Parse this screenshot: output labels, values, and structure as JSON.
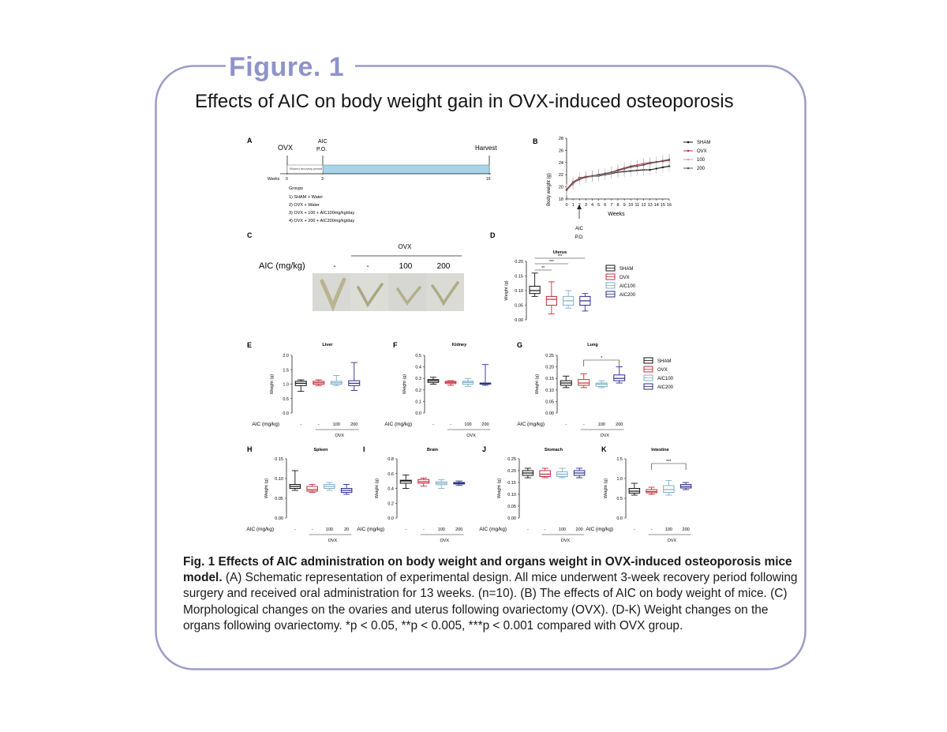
{
  "figure_title": "Figure. 1",
  "headline": "Effects of AIC on body weight gain in OVX-induced osteoporosis",
  "caption": {
    "bold": "Fig. 1 Effects  of AIC administration on body weight and organs weight in OVX-induced osteoporosis mice model.",
    "text": " (A) Schematic representation of experimental design. All mice underwent 3-week recovery period following surgery and received oral administration for 13 weeks. (n=10). (B) The effects of AIC on body weight of mice. (C) Morphological changes on the ovaries and uterus following ovariectomy (OVX). (D-K) Weight changes on the organs following ovariectomy. *p < 0.05,  **p < 0.005, ***p < 0.001 compared with OVX group."
  },
  "colors": {
    "frame": "#9a9cc8",
    "title": "#8f93c9",
    "sham": "#111111",
    "ovx": "#c0303a",
    "aic100": "#7fb0c8",
    "aic200": "#2a2f8a",
    "timeline": "#a8d4e8"
  },
  "panel_a": {
    "letter": "A",
    "labels": {
      "ovx": "OVX",
      "aic": "AIC",
      "po": "P.O.",
      "harvest": "Harvest",
      "weeks": "Weeks",
      "recovery": "Wound recovery period",
      "w0": "0",
      "w3": "3",
      "w16": "16"
    },
    "groups_title": "Groups",
    "groups": [
      "1) SHAM + Water",
      "2) OVX + Water",
      "3) OVX + 100 + AIC100mg/kg/day",
      "4) OVX + 200 + AIC200mg/kg/day"
    ]
  },
  "panel_b": {
    "letter": "B",
    "ylabel": "Body weight (g)",
    "xlabel": "Weeks",
    "arrow_label_1": "AIC",
    "arrow_label_2": "P.O."
  },
  "panel_c": {
    "letter": "C",
    "ovx_label": "OVX",
    "dose_label": "AIC (mg/kg)",
    "doses": [
      "-",
      "-",
      "100",
      "200"
    ]
  },
  "legend": [
    "SHAM",
    "OVX",
    "AIC100",
    "AIC200"
  ],
  "legend_b": [
    "SHAM",
    "OVX",
    "100",
    "200"
  ],
  "dose_axis": {
    "label": "AIC (mg/kg)",
    "doses": [
      "-",
      "-",
      "100",
      "200"
    ],
    "ovx": "OVX"
  },
  "chart_data": [
    {
      "type": "line",
      "panel": "B",
      "xlabel": "Weeks",
      "ylabel": "Body weight (g)",
      "xlim": [
        0,
        16
      ],
      "ylim": [
        18,
        28
      ],
      "x_ticks": [
        "0",
        "1",
        "2",
        "3",
        "4",
        "5",
        "6",
        "7",
        "8",
        "9",
        "10",
        "11",
        "12",
        "13",
        "14",
        "15",
        "16"
      ],
      "y_ticks": [
        "18",
        "20",
        "22",
        "24",
        "26",
        "28"
      ],
      "series": [
        {
          "name": "SHAM",
          "x": [
            0,
            1,
            2,
            3,
            4,
            5,
            6,
            7,
            8,
            9,
            10,
            11,
            12,
            13,
            14,
            15,
            16
          ],
          "values": [
            19.5,
            20.5,
            21.5,
            21.6,
            21.7,
            21.8,
            22.0,
            22.2,
            22.4,
            22.5,
            22.6,
            22.7,
            22.8,
            22.8,
            23.0,
            23.2,
            23.4
          ]
        },
        {
          "name": "OVX",
          "x": [
            0,
            1,
            2,
            3,
            4,
            5,
            6,
            7,
            8,
            9,
            10,
            11,
            12,
            13,
            14,
            15,
            16
          ],
          "values": [
            19.6,
            20.8,
            21.4,
            21.7,
            21.8,
            22.0,
            22.2,
            22.4,
            22.8,
            23.1,
            23.4,
            23.6,
            23.8,
            24.0,
            24.1,
            24.3,
            24.5
          ]
        },
        {
          "name": "100",
          "x": [
            0,
            1,
            2,
            3,
            4,
            5,
            6,
            7,
            8,
            9,
            10,
            11,
            12,
            13,
            14,
            15,
            16
          ],
          "values": [
            19.4,
            20.6,
            21.3,
            21.5,
            21.7,
            21.9,
            22.1,
            22.3,
            22.6,
            22.9,
            23.2,
            23.4,
            23.6,
            23.8,
            24.0,
            24.2,
            24.3
          ]
        },
        {
          "name": "200",
          "x": [
            0,
            1,
            2,
            3,
            4,
            5,
            6,
            7,
            8,
            9,
            10,
            11,
            12,
            13,
            14,
            15,
            16
          ],
          "values": [
            19.5,
            20.7,
            21.2,
            21.6,
            21.8,
            22.0,
            22.2,
            22.4,
            22.7,
            23.0,
            23.3,
            23.4,
            23.6,
            23.9,
            24.1,
            24.2,
            24.4
          ]
        }
      ]
    },
    {
      "type": "box",
      "panel": "D",
      "title": "Uterus",
      "ylabel": "Weight (g)",
      "ylim": [
        0,
        0.2
      ],
      "y_ticks": [
        "0.00",
        "0.05",
        "0.10",
        "0.15",
        "0.20"
      ],
      "categories": [
        "SHAM",
        "OVX",
        "AIC100",
        "AIC200"
      ],
      "boxes": [
        {
          "min": 0.08,
          "q1": 0.09,
          "median": 0.1,
          "q3": 0.115,
          "max": 0.16
        },
        {
          "min": 0.02,
          "q1": 0.05,
          "median": 0.07,
          "q3": 0.08,
          "max": 0.13
        },
        {
          "min": 0.04,
          "q1": 0.05,
          "median": 0.065,
          "q3": 0.08,
          "max": 0.1
        },
        {
          "min": 0.03,
          "q1": 0.05,
          "median": 0.065,
          "q3": 0.08,
          "max": 0.09
        }
      ],
      "significance": [
        "**",
        "***",
        "***"
      ]
    },
    {
      "type": "box",
      "panel": "E",
      "title": "Liver",
      "ylabel": "Weight (g)",
      "ylim": [
        0,
        2.0
      ],
      "y_ticks": [
        "0.0",
        "0.5",
        "1.0",
        "1.5",
        "2.0"
      ],
      "categories": [
        "SHAM",
        "OVX",
        "AIC100",
        "AIC200"
      ],
      "boxes": [
        {
          "min": 0.75,
          "q1": 0.95,
          "median": 1.03,
          "q3": 1.1,
          "max": 1.15
        },
        {
          "min": 0.95,
          "q1": 1.0,
          "median": 1.05,
          "q3": 1.1,
          "max": 1.15
        },
        {
          "min": 0.95,
          "q1": 1.0,
          "median": 1.05,
          "q3": 1.1,
          "max": 1.3
        },
        {
          "min": 0.78,
          "q1": 0.95,
          "median": 1.03,
          "q3": 1.12,
          "max": 1.75
        }
      ],
      "significance": []
    },
    {
      "type": "box",
      "panel": "F",
      "title": "Kidney",
      "ylabel": "Weight (g)",
      "ylim": [
        0,
        0.5
      ],
      "y_ticks": [
        "0.0",
        "0.1",
        "0.2",
        "0.3",
        "0.4",
        "0.5"
      ],
      "categories": [
        "SHAM",
        "OVX",
        "AIC100",
        "AIC200"
      ],
      "boxes": [
        {
          "min": 0.25,
          "q1": 0.265,
          "median": 0.28,
          "q3": 0.29,
          "max": 0.31
        },
        {
          "min": 0.24,
          "q1": 0.255,
          "median": 0.265,
          "q3": 0.275,
          "max": 0.28
        },
        {
          "min": 0.23,
          "q1": 0.25,
          "median": 0.265,
          "q3": 0.275,
          "max": 0.3
        },
        {
          "min": 0.24,
          "q1": 0.25,
          "median": 0.255,
          "q3": 0.26,
          "max": 0.42
        }
      ],
      "significance": []
    },
    {
      "type": "box",
      "panel": "G",
      "title": "Lung",
      "ylabel": "Weight (g)",
      "ylim": [
        0,
        0.25
      ],
      "y_ticks": [
        "0.00",
        "0.05",
        "0.10",
        "0.15",
        "0.20",
        "0.25"
      ],
      "categories": [
        "SHAM",
        "OVX",
        "AIC100",
        "AIC200"
      ],
      "boxes": [
        {
          "min": 0.11,
          "q1": 0.12,
          "median": 0.13,
          "q3": 0.14,
          "max": 0.16
        },
        {
          "min": 0.11,
          "q1": 0.12,
          "median": 0.13,
          "q3": 0.145,
          "max": 0.17
        },
        {
          "min": 0.11,
          "q1": 0.115,
          "median": 0.125,
          "q3": 0.13,
          "max": 0.14
        },
        {
          "min": 0.13,
          "q1": 0.14,
          "median": 0.15,
          "q3": 0.165,
          "max": 0.2
        }
      ],
      "significance": [
        "*"
      ]
    },
    {
      "type": "box",
      "panel": "H",
      "title": "Spleen",
      "ylabel": "Weight (g)",
      "ylim": [
        0,
        0.15
      ],
      "y_ticks": [
        "0.00",
        "0.05",
        "0.10",
        "0.15"
      ],
      "categories": [
        "SHAM",
        "OVX",
        "AIC100",
        "AIC200"
      ],
      "dose_labels": [
        "-",
        "-",
        "100",
        "20"
      ],
      "boxes": [
        {
          "min": 0.07,
          "q1": 0.075,
          "median": 0.08,
          "q3": 0.085,
          "max": 0.12
        },
        {
          "min": 0.065,
          "q1": 0.068,
          "median": 0.072,
          "q3": 0.08,
          "max": 0.085
        },
        {
          "min": 0.07,
          "q1": 0.075,
          "median": 0.08,
          "q3": 0.085,
          "max": 0.09
        },
        {
          "min": 0.06,
          "q1": 0.065,
          "median": 0.07,
          "q3": 0.075,
          "max": 0.085
        }
      ],
      "significance": []
    },
    {
      "type": "box",
      "panel": "I",
      "title": "Brain",
      "ylabel": "Weight (g)",
      "ylim": [
        0,
        0.8
      ],
      "y_ticks": [
        "0.0",
        "0.2",
        "0.4",
        "0.6",
        "0.8"
      ],
      "categories": [
        "SHAM",
        "OVX",
        "AIC100",
        "AIC200"
      ],
      "boxes": [
        {
          "min": 0.4,
          "q1": 0.47,
          "median": 0.5,
          "q3": 0.51,
          "max": 0.58
        },
        {
          "min": 0.43,
          "q1": 0.47,
          "median": 0.49,
          "q3": 0.52,
          "max": 0.54
        },
        {
          "min": 0.4,
          "q1": 0.45,
          "median": 0.47,
          "q3": 0.49,
          "max": 0.52
        },
        {
          "min": 0.44,
          "q1": 0.46,
          "median": 0.47,
          "q3": 0.48,
          "max": 0.5
        }
      ],
      "significance": []
    },
    {
      "type": "box",
      "panel": "J",
      "title": "Stomach",
      "ylabel": "Weight (g)",
      "ylim": [
        0,
        0.25
      ],
      "y_ticks": [
        "0.00",
        "0.05",
        "0.10",
        "0.15",
        "0.20",
        "0.25"
      ],
      "categories": [
        "SHAM",
        "OVX",
        "AIC100",
        "AIC200"
      ],
      "dose_labels": [
        "-",
        "-",
        "100",
        "200"
      ],
      "boxes": [
        {
          "min": 0.17,
          "q1": 0.18,
          "median": 0.19,
          "q3": 0.2,
          "max": 0.21
        },
        {
          "min": 0.17,
          "q1": 0.175,
          "median": 0.185,
          "q3": 0.2,
          "max": 0.21
        },
        {
          "min": 0.17,
          "q1": 0.175,
          "median": 0.185,
          "q3": 0.195,
          "max": 0.21
        },
        {
          "min": 0.17,
          "q1": 0.18,
          "median": 0.19,
          "q3": 0.2,
          "max": 0.21
        }
      ],
      "significance": []
    },
    {
      "type": "box",
      "panel": "K",
      "title": "Intestine",
      "ylabel": "Weight (g)",
      "ylim": [
        0,
        1.5
      ],
      "y_ticks": [
        "0.0",
        "0.5",
        "1.0",
        "1.5"
      ],
      "categories": [
        "SHAM",
        "OVX",
        "AIC100",
        "AIC200"
      ],
      "boxes": [
        {
          "min": 0.58,
          "q1": 0.63,
          "median": 0.68,
          "q3": 0.75,
          "max": 0.88
        },
        {
          "min": 0.6,
          "q1": 0.64,
          "median": 0.67,
          "q3": 0.72,
          "max": 0.78
        },
        {
          "min": 0.58,
          "q1": 0.65,
          "median": 0.72,
          "q3": 0.82,
          "max": 0.95
        },
        {
          "min": 0.72,
          "q1": 0.76,
          "median": 0.8,
          "q3": 0.85,
          "max": 0.9
        }
      ],
      "significance": [
        "***"
      ]
    }
  ]
}
